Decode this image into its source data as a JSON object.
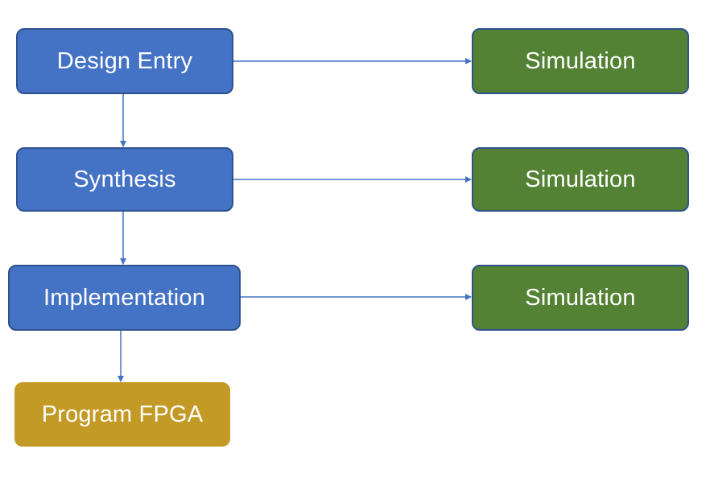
{
  "diagram": {
    "nodes": {
      "design_entry": "Design Entry",
      "synthesis": "Synthesis",
      "implementation": "Implementation",
      "program_fpga": "Program FPGA",
      "simulation_1": "Simulation",
      "simulation_2": "Simulation",
      "simulation_3": "Simulation"
    },
    "edges": [
      {
        "from": "design_entry",
        "to": "synthesis"
      },
      {
        "from": "synthesis",
        "to": "implementation"
      },
      {
        "from": "implementation",
        "to": "program_fpga"
      },
      {
        "from": "design_entry",
        "to": "simulation_1"
      },
      {
        "from": "synthesis",
        "to": "simulation_2"
      },
      {
        "from": "implementation",
        "to": "simulation_3"
      }
    ],
    "colors": {
      "flow_step": "#4472c4",
      "simulation": "#548235",
      "program": "#c49a26",
      "connector": "#4472c4"
    }
  }
}
